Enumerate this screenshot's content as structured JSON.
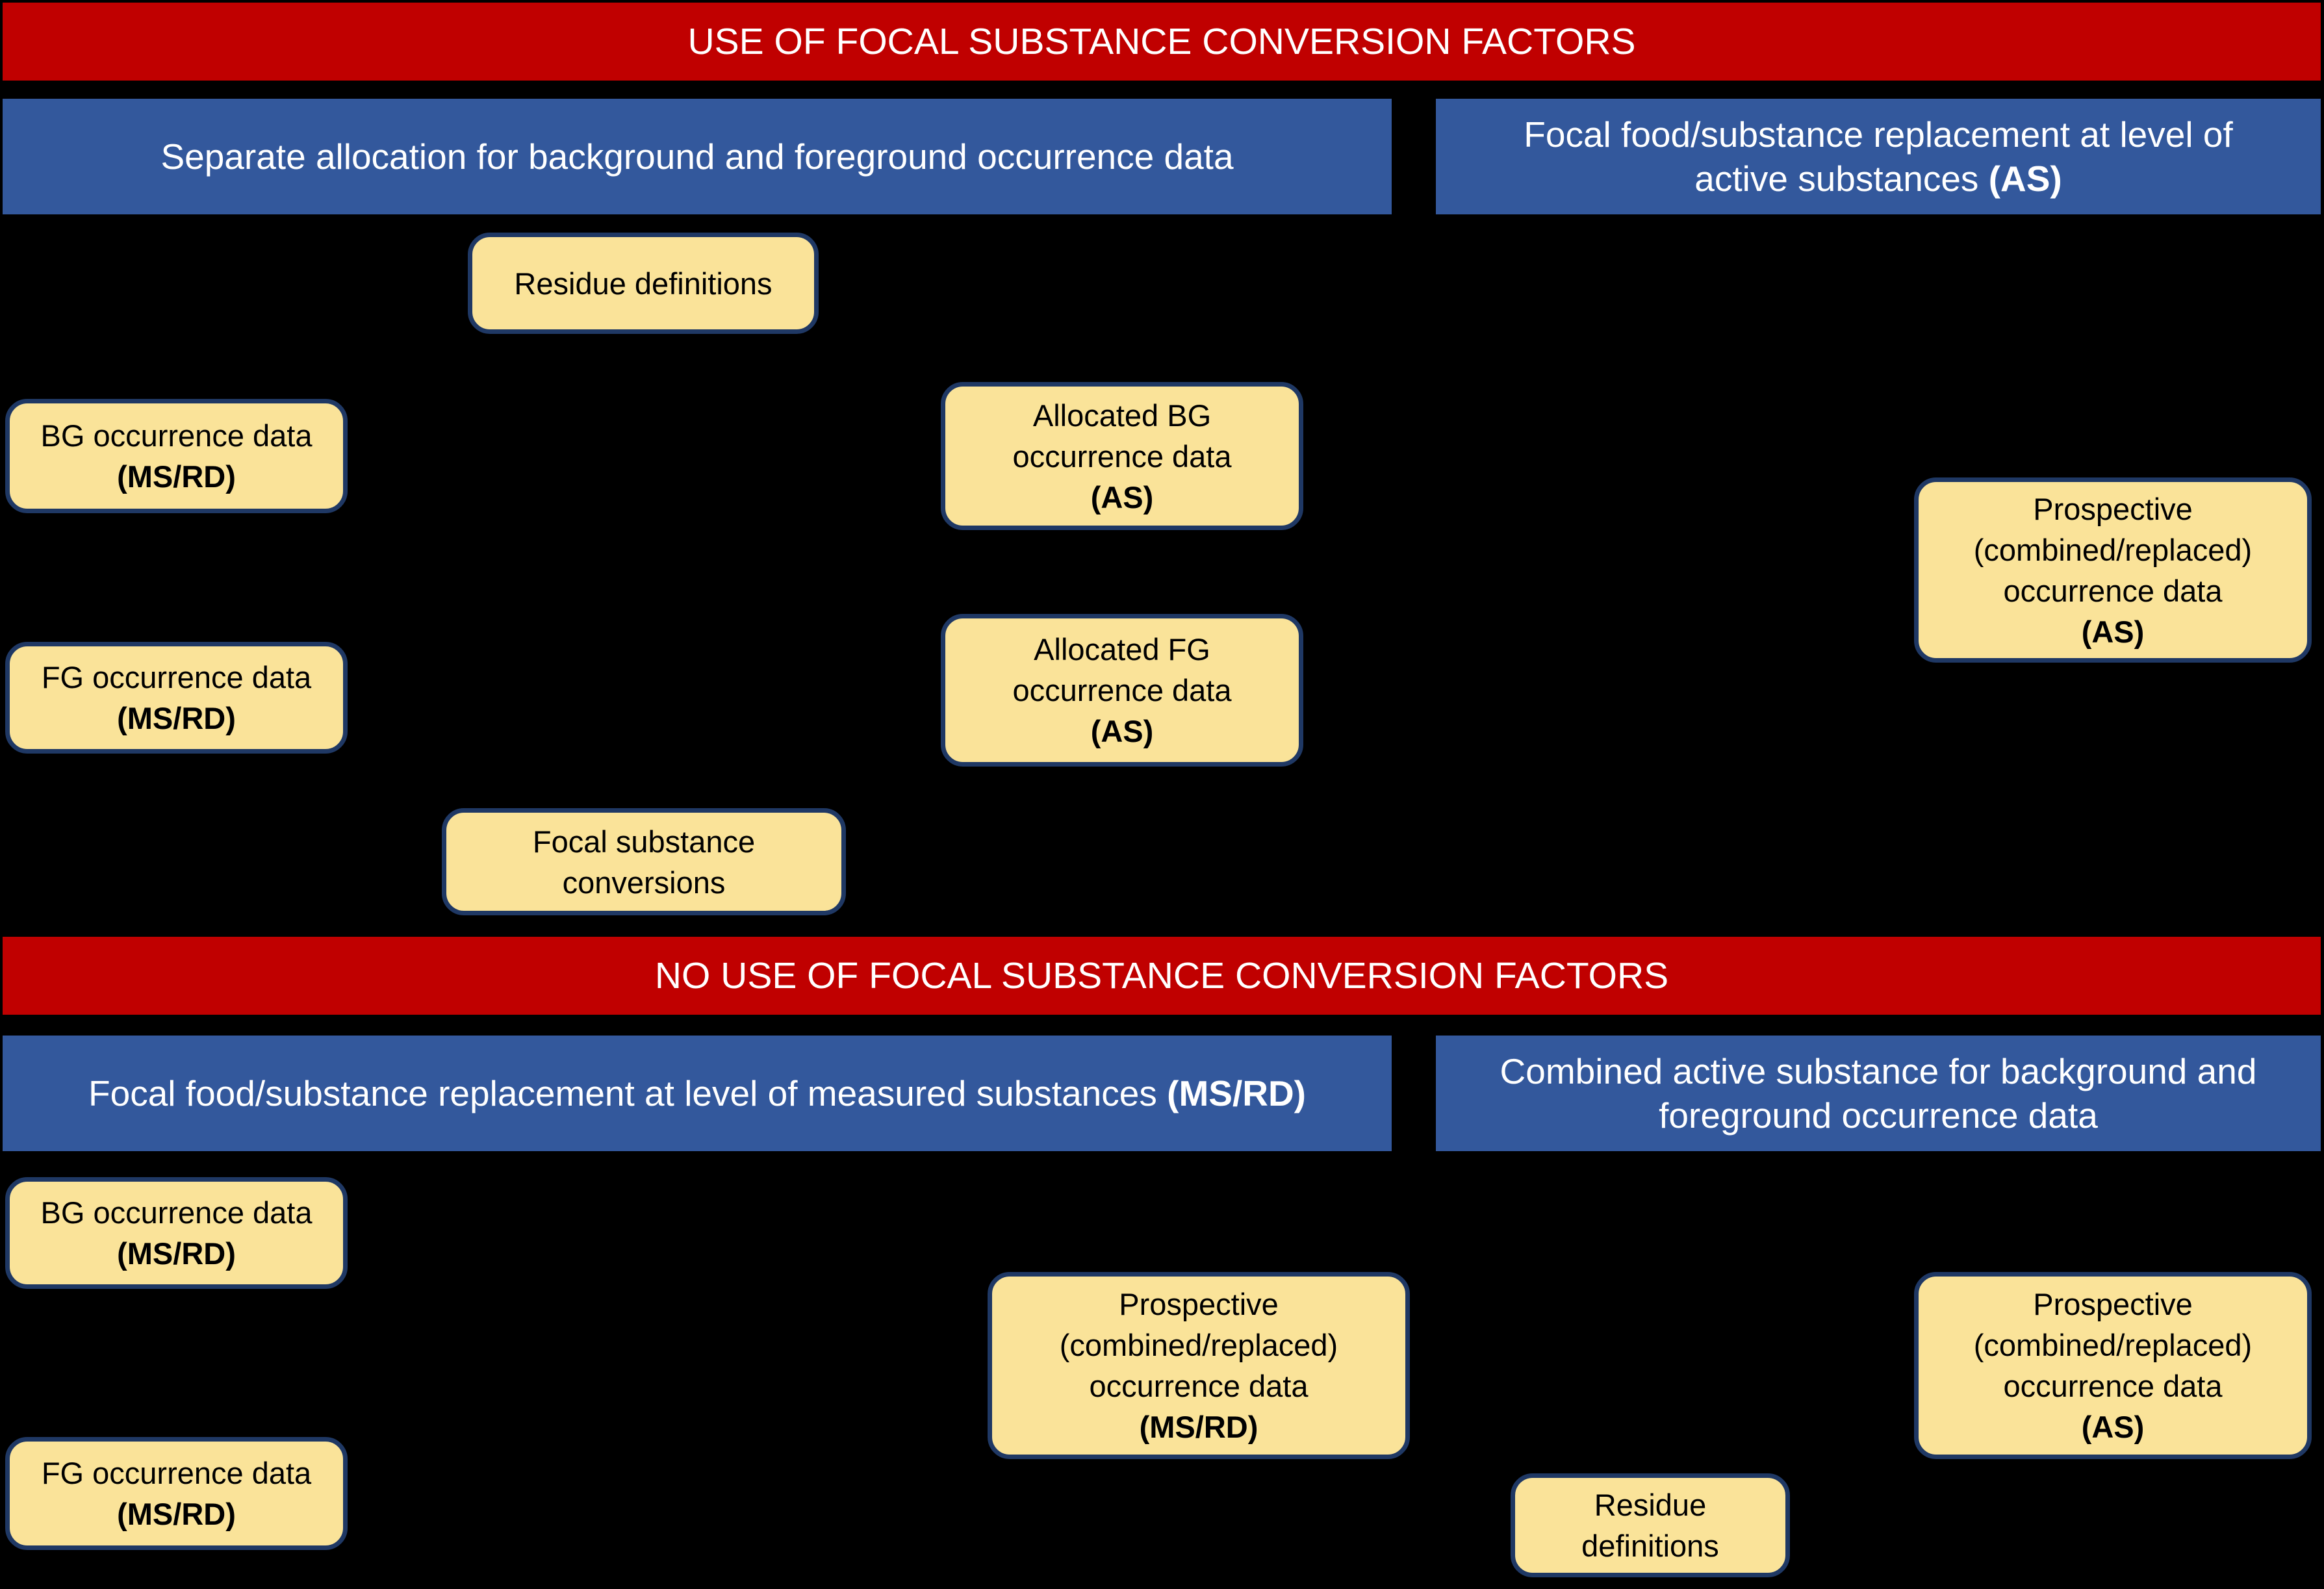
{
  "colors": {
    "background": "#000000",
    "red_bar": "#C00000",
    "blue_bar": "#33589C",
    "box_fill": "#FAE399",
    "box_border": "#1F3864",
    "bar_text": "#FFFFFF",
    "box_text": "#000000"
  },
  "top": {
    "header": "USE OF FOCAL SUBSTANCE CONVERSION FACTORS",
    "branch_left": {
      "line1": "Separate allocation for background and foreground occurrence data",
      "line1_bold": ""
    },
    "branch_right": {
      "line1": "Focal food/substance replacement at level of",
      "line2": "active substances ",
      "line2_bold": "(AS)"
    },
    "boxes": {
      "residue_definitions": {
        "l1": "Residue definitions"
      },
      "bg_occurrence": {
        "l1": "BG occurrence data",
        "l2": "(MS/RD)"
      },
      "allocated_bg": {
        "l1": "Allocated BG",
        "l2": "occurrence data",
        "l3": "(AS)"
      },
      "fg_occurrence": {
        "l1": "FG occurrence data",
        "l2": "(MS/RD)"
      },
      "allocated_fg": {
        "l1": "Allocated FG",
        "l2": "occurrence data",
        "l3": "(AS)"
      },
      "focal_conversions": {
        "l1": "Focal substance",
        "l2": "conversions"
      },
      "prospective_as": {
        "l1": "Prospective",
        "l2": "(combined/replaced)",
        "l3": "occurrence data",
        "l4": "(AS)"
      }
    }
  },
  "bottom": {
    "header": "NO USE OF FOCAL SUBSTANCE CONVERSION FACTORS",
    "branch_left": {
      "line1": "Focal food/substance replacement at level of measured substances ",
      "line1_bold": "(MS/RD)"
    },
    "branch_right": {
      "line1": "Combined active substance for background and",
      "line2": "foreground occurrence data",
      "line2_bold": ""
    },
    "boxes": {
      "bg_occurrence": {
        "l1": "BG occurrence data",
        "l2": "(MS/RD)"
      },
      "fg_occurrence": {
        "l1": "FG occurrence data",
        "l2": "(MS/RD)"
      },
      "prospective_msrd": {
        "l1": "Prospective",
        "l2": "(combined/replaced)",
        "l3": "occurrence data",
        "l4": "(MS/RD)"
      },
      "residue_definitions": {
        "l1": "Residue",
        "l2": "definitions"
      },
      "prospective_as": {
        "l1": "Prospective",
        "l2": "(combined/replaced)",
        "l3": "occurrence data",
        "l4": "(AS)"
      }
    }
  }
}
